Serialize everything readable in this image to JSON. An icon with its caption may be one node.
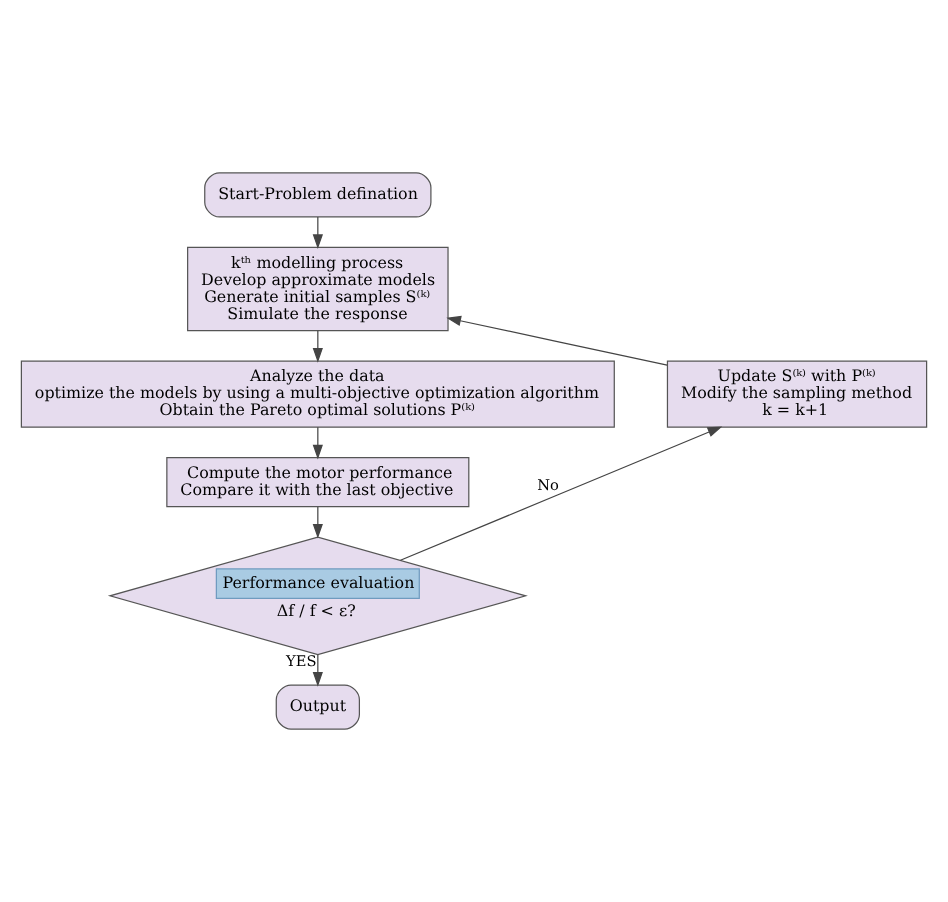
{
  "diagram": {
    "nodes": [
      {
        "text": [
          "Start-Problem defination"
        ]
      },
      {
        "text": [
          "kᵗʰ modelling process",
          "Develop approximate models",
          "Generate initial samples S⁽ᵏ⁾",
          "Simulate the response"
        ]
      },
      {
        "text": [
          "Analyze the data",
          "optimize the models by using a multi-objective optimization algorithm",
          "Obtain the Pareto optimal solutions P⁽ᵏ⁾"
        ]
      },
      {
        "text": [
          "Compute the motor performance",
          "Compare it with the last objective"
        ]
      },
      {
        "text": [
          "Performance evaluation",
          "Δf / f < ε?"
        ]
      },
      {
        "text": [
          "Output"
        ]
      },
      {
        "text": [
          "Update S⁽ᵏ⁾ with P⁽ᵏ⁾",
          "Modify the sampling method",
          "k = k+1"
        ]
      }
    ],
    "edges": [
      {
        "from": 0,
        "to": 1,
        "arrow": "to"
      },
      {
        "from": 1,
        "to": 2,
        "arrow": "to"
      },
      {
        "from": 2,
        "to": 3,
        "arrow": "to"
      },
      {
        "from": 3,
        "to": 4,
        "arrow": "to"
      },
      {
        "from": 4,
        "to": 5,
        "arrow": "to",
        "label": "YES"
      },
      {
        "from": 4,
        "to": 6,
        "arrow": "to",
        "label": "No"
      },
      {
        "from": 6,
        "to": 1,
        "arrow": "to"
      }
    ]
  }
}
